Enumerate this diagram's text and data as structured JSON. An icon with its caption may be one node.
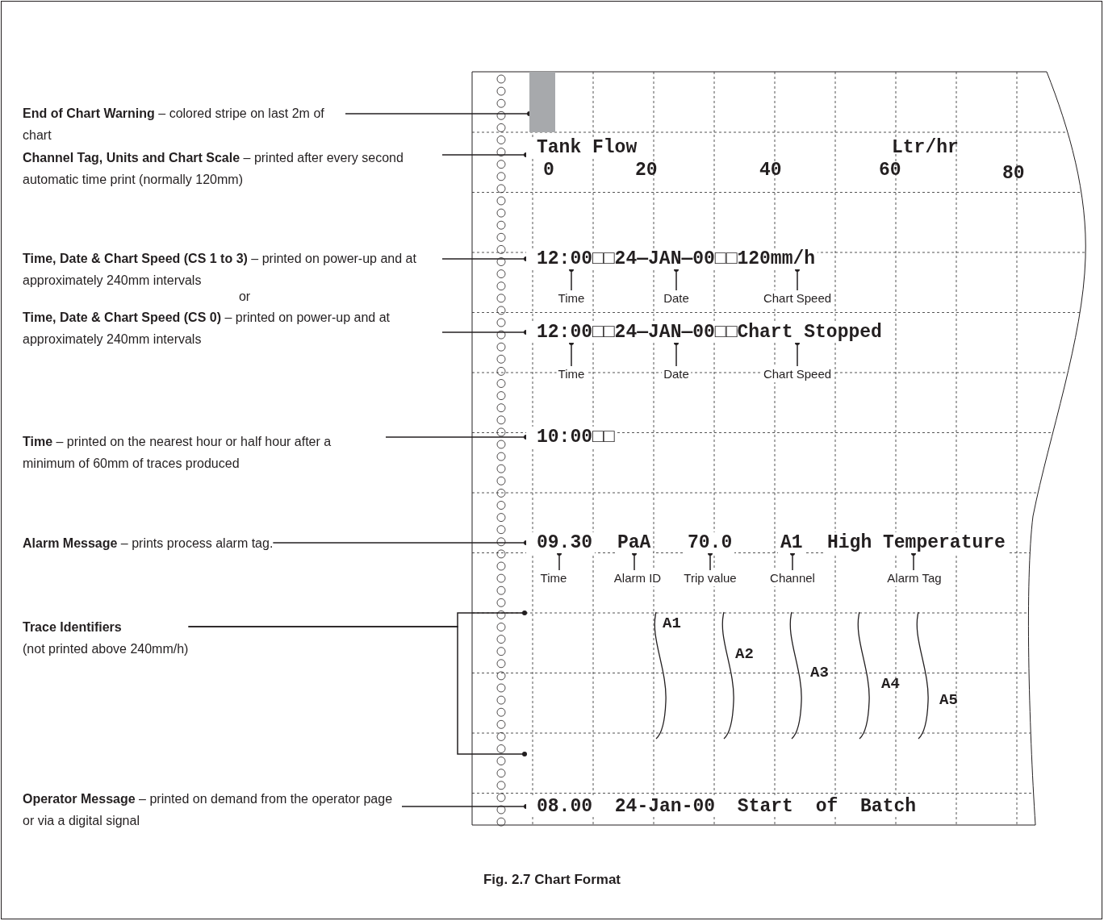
{
  "diagram": {
    "caption": "Fig. 2.7 Chart Format",
    "nodes": [
      {
        "text": [
          "**End of Chart Warning** – colored stripe on last 2m of chart"
        ]
      },
      {
        "text": [
          "**Channel Tag, Units and Chart Scale** – printed after every second automatic time print (normally 120mm)"
        ]
      },
      {
        "text": [
          "**Time, Date & Chart Speed (CS 1 to 3)** – printed on power-up and at approximately 240mm intervals"
        ]
      },
      {
        "text": [
          "**Time, Date & Chart Speed (CS 0)** – printed on power-up and at approximately 240mm intervals"
        ]
      },
      {
        "text": [
          "**Time** – printed on the nearest hour or half hour after a minimum of 60mm of traces produced"
        ]
      },
      {
        "text": [
          "**Alarm Message** – prints process alarm tag."
        ]
      },
      {
        "text": [
          "Trace Identifiers",
          "(not printed above 240mm/h)"
        ]
      },
      {
        "text": [
          "**Operator Message** – printed on demand from the operator page or via a digital signal"
        ]
      },
      {
        "text": [],
        "shape": "bar"
      },
      {
        "text": [
          "Tank Flow"
        ]
      },
      {
        "text": [
          "12:00□□24—JAN—00□□120mm/h"
        ]
      },
      {
        "text": [
          "Time"
        ]
      },
      {
        "text": [
          "Date"
        ]
      },
      {
        "text": [
          "Chart Speed"
        ]
      },
      {
        "text": [
          "12:00□□24—JAN—00□□Chart Stopped"
        ]
      },
      {
        "text": [
          "Time"
        ]
      },
      {
        "text": [
          "Date"
        ]
      },
      {
        "text": [
          "Chart Speed"
        ]
      },
      {
        "text": [
          "10:00□□"
        ]
      },
      {
        "text": [
          "09.30"
        ]
      },
      {
        "text": [
          "PaA"
        ]
      },
      {
        "text": [
          "70.0"
        ]
      },
      {
        "text": [
          "A1"
        ]
      },
      {
        "text": [
          "High Temperature"
        ]
      },
      {
        "text": [
          "Time"
        ]
      },
      {
        "text": [
          "Alarm ID"
        ]
      },
      {
        "text": [
          "Trip value"
        ]
      },
      {
        "text": [
          "Channel"
        ]
      },
      {
        "text": [
          "Alarm Tag"
        ]
      },
      {
        "text": [
          "08.00 24-Jan-00 Start of Batch"
        ]
      }
    ],
    "edges": [
      {
        "from": 0,
        "to": 8,
        "arrow": "other"
      },
      {
        "from": 1,
        "to": 9,
        "arrow": "other"
      },
      {
        "from": 2,
        "to": 10,
        "arrow": "other"
      },
      {
        "from": 3,
        "to": 14,
        "arrow": "other"
      },
      {
        "from": 4,
        "to": 18,
        "arrow": "other"
      },
      {
        "from": 5,
        "to": 19,
        "arrow": "other"
      },
      {
        "from": 6,
        "to": null,
        "arrow": "other"
      },
      {
        "from": 6,
        "to": null,
        "arrow": "other"
      },
      {
        "from": 7,
        "to": 29,
        "arrow": "other"
      },
      {
        "from": 11,
        "to": 10,
        "arrow": "other"
      },
      {
        "from": 12,
        "to": 10,
        "arrow": "other"
      },
      {
        "from": 13,
        "to": 10,
        "arrow": "other"
      },
      {
        "from": 15,
        "to": 14,
        "arrow": "other"
      },
      {
        "from": 16,
        "to": 14,
        "arrow": "other"
      },
      {
        "from": 17,
        "to": 14,
        "arrow": "other"
      },
      {
        "from": 24,
        "to": 19,
        "arrow": "other"
      },
      {
        "from": 25,
        "to": 20,
        "arrow": "other"
      },
      {
        "from": 26,
        "to": 21,
        "arrow": "other"
      },
      {
        "from": 27,
        "to": 22,
        "arrow": "other"
      },
      {
        "from": 28,
        "to": 23,
        "arrow": "other"
      }
    ],
    "labels": [
      "or",
      "Ltr/hr",
      "0",
      "20",
      "40",
      "60",
      "80",
      "A1",
      "A2",
      "A3",
      "A4",
      "A5"
    ]
  }
}
